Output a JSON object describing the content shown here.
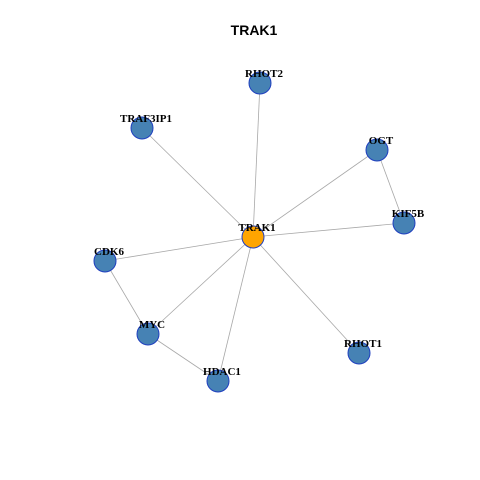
{
  "title": "TRAK1",
  "colors": {
    "center_node": "#FFA500",
    "node": "#4682B4",
    "node_border": "#1F3FBF",
    "edge": "#A8A8A8"
  },
  "nodes": [
    {
      "id": "TRAK1",
      "label": "TRAK1",
      "role": "center"
    },
    {
      "id": "RHOT2",
      "label": "RHOT2",
      "role": "neighbor"
    },
    {
      "id": "TRAF3IP1",
      "label": "TRAF3IP1",
      "role": "neighbor"
    },
    {
      "id": "OGT",
      "label": "OGT",
      "role": "neighbor"
    },
    {
      "id": "KIF5B",
      "label": "KIF5B",
      "role": "neighbor"
    },
    {
      "id": "CDK6",
      "label": "CDK6",
      "role": "neighbor"
    },
    {
      "id": "MYC",
      "label": "MYC",
      "role": "neighbor"
    },
    {
      "id": "RHOT1",
      "label": "RHOT1",
      "role": "neighbor"
    },
    {
      "id": "HDAC1",
      "label": "HDAC1",
      "role": "neighbor"
    }
  ],
  "edges": [
    [
      "TRAK1",
      "RHOT2"
    ],
    [
      "TRAK1",
      "TRAF3IP1"
    ],
    [
      "TRAK1",
      "OGT"
    ],
    [
      "TRAK1",
      "KIF5B"
    ],
    [
      "TRAK1",
      "CDK6"
    ],
    [
      "TRAK1",
      "MYC"
    ],
    [
      "TRAK1",
      "RHOT1"
    ],
    [
      "TRAK1",
      "HDAC1"
    ],
    [
      "OGT",
      "KIF5B"
    ],
    [
      "CDK6",
      "MYC"
    ],
    [
      "MYC",
      "HDAC1"
    ]
  ]
}
